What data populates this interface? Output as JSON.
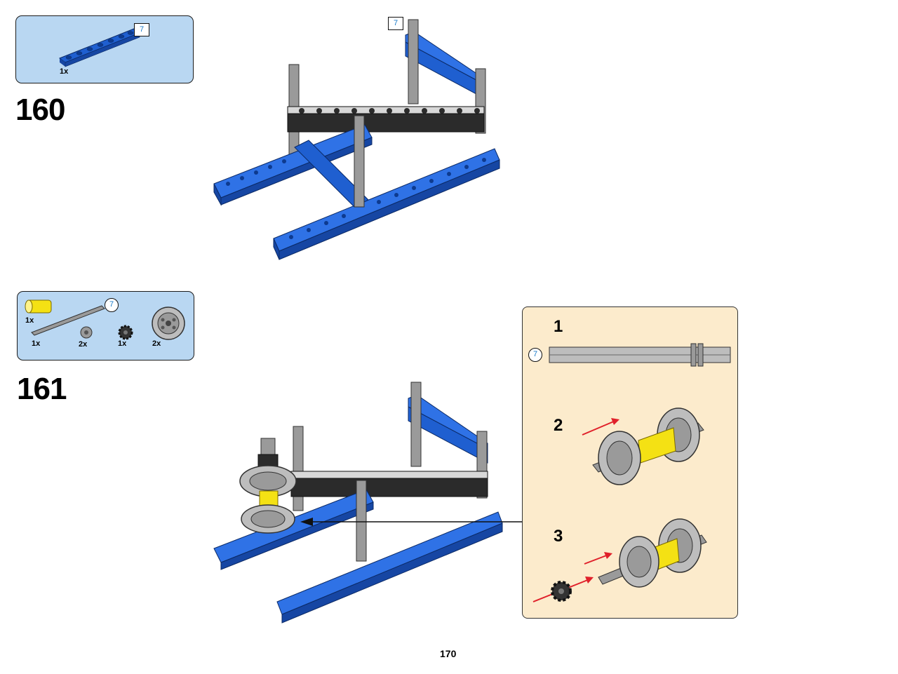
{
  "steps": [
    {
      "number": "160",
      "parts": [
        {
          "qty": "1x",
          "icon": "blue-beam-7"
        }
      ],
      "parts_length_badge": "7",
      "model_length_badge": "7"
    },
    {
      "number": "161",
      "parts": [
        {
          "qty": "1x",
          "icon": "yellow-connector"
        },
        {
          "qty": "1x",
          "icon": "grey-axle-7"
        },
        {
          "qty": "2x",
          "icon": "bush"
        },
        {
          "qty": "1x",
          "icon": "gear-8-tooth"
        },
        {
          "qty": "2x",
          "icon": "pulley-wheel"
        }
      ],
      "parts_length_badge": "7",
      "substeps": [
        {
          "number": "1",
          "length_badge": "7"
        },
        {
          "number": "2"
        },
        {
          "number": "3"
        }
      ]
    }
  ],
  "page_number": "170",
  "colors": {
    "parts_bg": "#b9d7f2",
    "sub_bg": "#fcebcc",
    "beam_blue": "#1f5fd0",
    "beam_black": "#2b2b2b",
    "axle_grey": "#9a9a9a",
    "yellow": "#f4e114",
    "arrow_red": "#e0202a",
    "badge_blue": "#1a7ac8"
  }
}
